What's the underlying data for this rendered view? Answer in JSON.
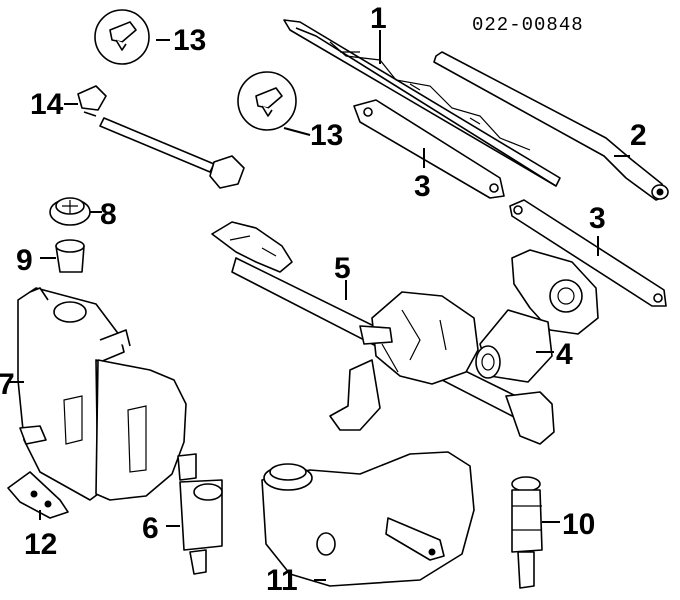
{
  "diagram_number": "022-00848",
  "callouts": {
    "c1": "1",
    "c2": "2",
    "c3a": "3",
    "c3b": "3",
    "c4": "4",
    "c5": "5",
    "c6": "6",
    "c7": "7",
    "c8": "8",
    "c9": "9",
    "c10": "10",
    "c11": "11",
    "c12": "12",
    "c13a": "13",
    "c13b": "13",
    "c14": "14"
  }
}
